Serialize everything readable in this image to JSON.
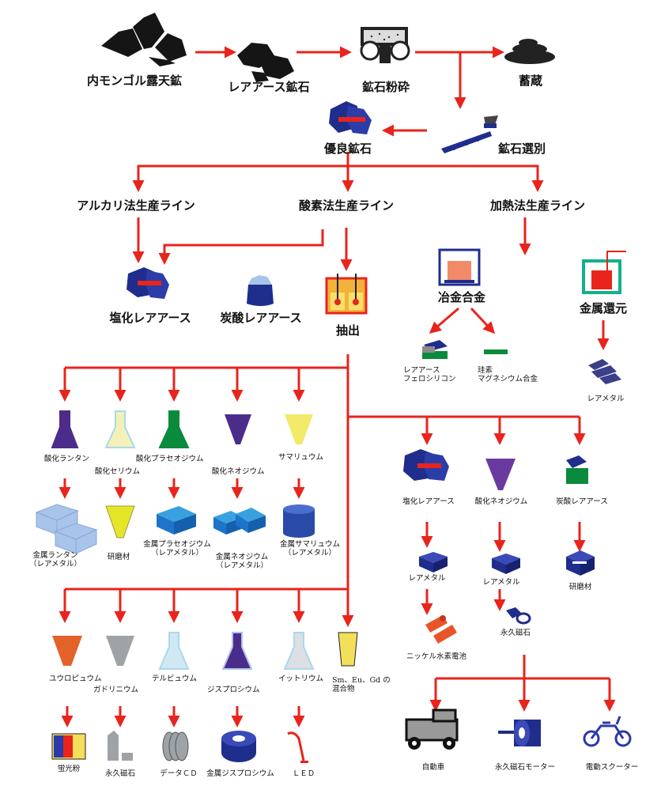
{
  "top": {
    "inner_mongolia_mine": "内モンゴル露天鉱",
    "rare_earth_ore": "レアアース鉱石",
    "ore_crushing": "鉱石粉砕",
    "storage": "蓄蔵",
    "quality_ore": "優良鉱石",
    "ore_sorting": "鉱石選別"
  },
  "lines": {
    "alkali": "アルカリ法生産ライン",
    "acid": "酸素法生産ライン",
    "heating": "加熱法生産ライン"
  },
  "level2": {
    "chloride": "塩化レアアース",
    "carbonate": "炭酸レアアース",
    "extraction": "抽出",
    "metallurgical_alloy": "冶金合金",
    "metal_reduction": "金属還元",
    "ferrosilicon": [
      "レアアース",
      "フェロシリコン"
    ],
    "silicon_mg": [
      "珪素",
      "マグネシウム合金"
    ],
    "rare_metal_heat": "レアメタル"
  },
  "oxides_row1": {
    "la_oxide": "酸化ランタン",
    "ce_oxide": "酸化セリウム",
    "pr_oxide": "酸化プラセオジウム",
    "nd_oxide": "酸化ネオジウム",
    "samarium": "サマリュウム"
  },
  "metals_row1": {
    "la_metal": [
      "金属ランタン",
      "（レアメタル）"
    ],
    "abrasive": "研磨材",
    "pr_metal": [
      "金属プラセオジウム",
      "（レアメタル）"
    ],
    "nd_metal": [
      "金属ネオジウム",
      "（レアメタル）"
    ],
    "sm_metal": [
      "金属サマリュウム",
      "（レアメタル）"
    ]
  },
  "oxides_row2": {
    "europium": "ユウロピュウム",
    "gadolinium": "ガドリニウム",
    "terbium": "テルビュウム",
    "dysprosium": "ジスプロシウム",
    "yttrium": "イットリウム",
    "mixture": [
      "Sm、Eu、Gd の",
      "混合物"
    ]
  },
  "products_row2": {
    "phosphor": "蛍光粉",
    "perm_magnet": "永久磁石",
    "data_cd": "データＣＤ",
    "dy_metal": "金属ジスプロシウム",
    "led": "ＬＥＤ"
  },
  "right_branch": {
    "chloride": "塩化レアアース",
    "nd_oxide": "酸化ネオジウム",
    "carbonate": "炭酸レアアース",
    "rare_metal_1": "レアメタル",
    "rare_metal_2": "レアメタル",
    "abrasive": "研磨材",
    "nimh_battery": "ニッケル水素電池",
    "perm_magnet": "永久磁石"
  },
  "applications": {
    "car": "自動車",
    "motor": "永久磁石モーター",
    "scooter": "電動スクーター"
  },
  "colors": {
    "arrow": "#e8241c",
    "navy": "#1f2d8c",
    "blue": "#1e74c8",
    "light_blue": "#a9c4ea",
    "purple": "#4b2c8a",
    "green": "#0a8a3c",
    "yellow": "#f3e96a",
    "orange": "#e2622a",
    "grey": "#9ea3a8"
  },
  "icons": [
    "rock-icon",
    "ore-icon",
    "crusher-icon",
    "pile-icon",
    "ore-chunk-icon",
    "sorter-icon",
    "beaker-icon",
    "crucible-icon",
    "furnace-icon",
    "cone-icon",
    "flask-icon",
    "block-icon",
    "cylinder-icon",
    "battery-icon",
    "magnet-icon",
    "cd-icon",
    "led-icon",
    "car-icon",
    "motor-icon",
    "scooter-icon"
  ]
}
